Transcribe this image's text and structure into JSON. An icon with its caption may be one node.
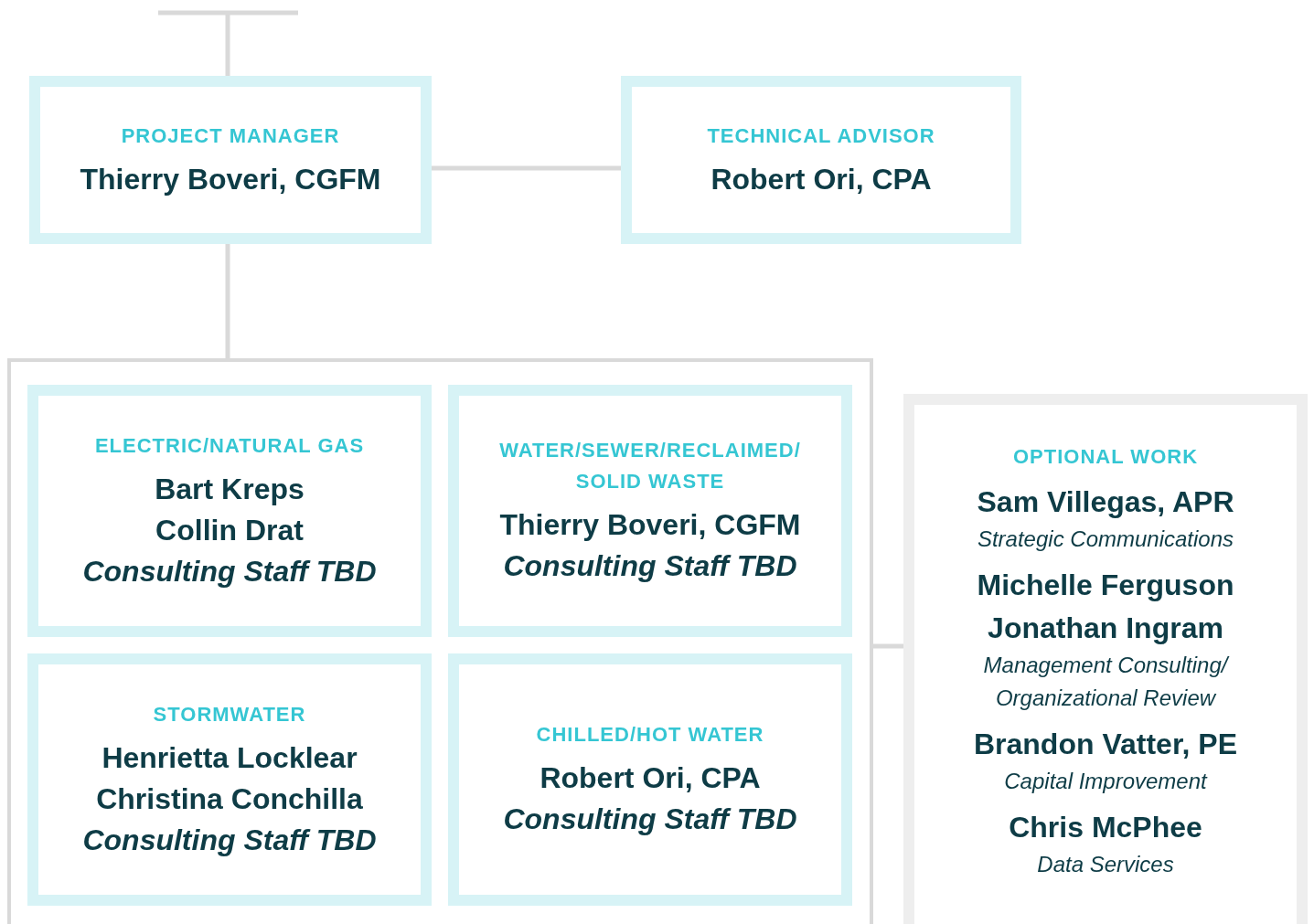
{
  "diagram": {
    "nodes": [
      {
        "text": [
          "PROJECT MANAGER",
          "Thierry Boveri, CGFM"
        ]
      },
      {
        "text": [
          "TECHNICAL ADVISOR",
          "Robert Ori, CPA"
        ]
      },
      {
        "text": [],
        "shape": "box"
      },
      {
        "text": [
          "ELECTRIC/NATURAL GAS",
          "Bart Kreps",
          "Collin Drat",
          "Consulting Staff TBD"
        ],
        "in": 2
      },
      {
        "text": [
          "WATER/SEWER/RECLAIMED/ SOLID WASTE",
          "Thierry Boveri, CGFM",
          "Consulting Staff TBD"
        ],
        "in": 2
      },
      {
        "text": [
          "STORMWATER",
          "Henrietta Locklear",
          "Christina Conchilla",
          "Consulting Staff TBD"
        ],
        "in": 2
      },
      {
        "text": [
          "CHILLED/HOT WATER",
          "Robert Ori, CPA",
          "Consulting Staff TBD"
        ],
        "in": 2
      },
      {
        "text": [
          "OPTIONAL WORK",
          "Sam Villegas, APR",
          "Strategic Communications",
          "Michelle Ferguson",
          "Jonathan Ingram",
          "Management Consulting/ Organizational Review",
          "Brandon Vatter, PE",
          "Capital Improvement",
          "Chris McPhee",
          "Data Services"
        ]
      }
    ],
    "edges": [
      {
        "from": null,
        "to": 0,
        "arrow": "none"
      },
      {
        "from": 0,
        "to": 1,
        "arrow": "none"
      },
      {
        "from": 0,
        "to": 2,
        "arrow": "none"
      },
      {
        "from": 2,
        "to": 7,
        "arrow": "none"
      }
    ]
  }
}
